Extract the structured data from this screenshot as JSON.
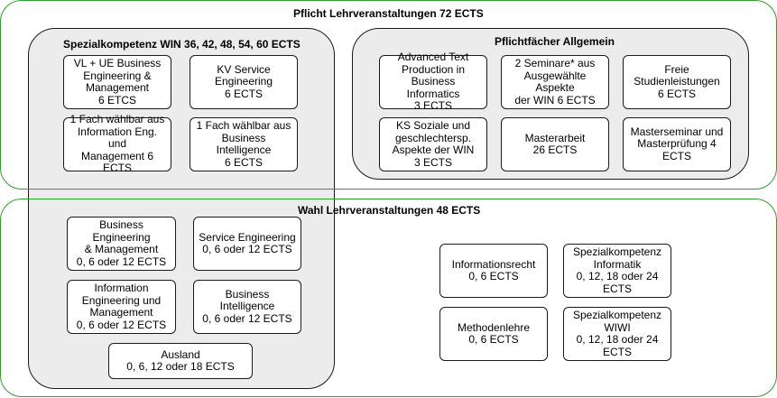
{
  "pflicht": {
    "title": "Pflicht Lehrveranstaltungen 72 ECTS",
    "spezialkompetenz": {
      "title": "Spezialkompetenz WIN 36, 42, 48, 54, 60 ECTS",
      "boxes": [
        "VL + UE Business\nEngineering &\nManagement\n6 ETCS",
        "KV Service\nEngineering\n6 ECTS",
        "1 Fach wählbar aus\nInformation Eng. und\nManagement 6 ECTS",
        "1 Fach wählbar aus\nBusiness Intelligence\n6 ECTS"
      ]
    },
    "allgemein": {
      "title": "Pflichtfächer Allgemein",
      "boxes": [
        "Advanced Text\nProduction in\nBusiness Informatics\n3 ECTS",
        "2 Seminare* aus\nAusgewählte Aspekte\nder WIN 6 ECTS",
        "Freie\nStudienleistungen\n6 ECTS",
        "KS Soziale und\ngeschlechtersp.\nAspekte der WIN\n3 ECTS",
        "Masterarbeit\n26 ECTS",
        "Masterseminar und\nMasterprüfung 4\nECTS"
      ]
    }
  },
  "wahl": {
    "title": "Wahl Lehrveranstaltungen 48 ECTS",
    "spezial_boxes": [
      "Business Engineering\n& Management\n0, 6 oder 12 ECTS",
      "Service Engineering\n0, 6 oder 12 ECTS",
      "Information\nEngineering und\nManagement\n0, 6 oder 12 ECTS",
      "Business Intelligence\n0, 6 oder 12 ECTS",
      "Ausland\n0, 6, 12 oder 18 ECTS"
    ],
    "other_boxes": [
      "Informationsrecht\n0, 6 ECTS",
      "Spezialkompetenz\nInformatik\n0, 12, 18 oder 24\nECTS",
      "Methodenlehre\n0, 6 ECTS",
      "Spezialkompetenz\nWIWI\n0, 12, 18 oder 24\nECTS"
    ]
  }
}
